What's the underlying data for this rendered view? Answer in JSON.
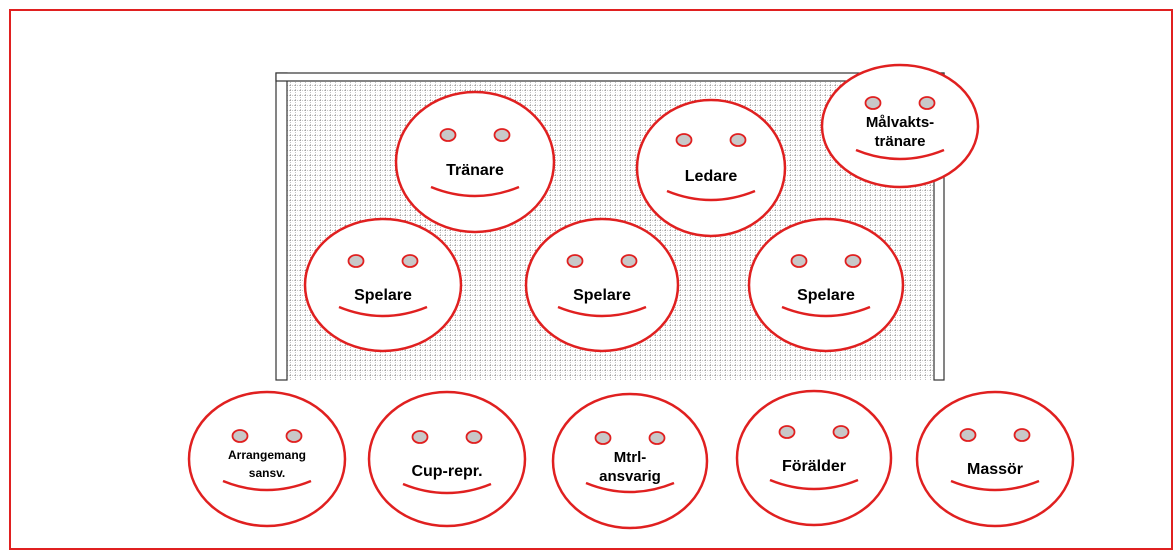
{
  "colors": {
    "border": "#e02020",
    "face_stroke": "#e02020",
    "eye_fill": "#c8c8c8",
    "net": "#555555"
  },
  "faces": [
    {
      "id": "tranare",
      "lines": [
        "Tränare"
      ]
    },
    {
      "id": "ledare",
      "lines": [
        "Ledare"
      ]
    },
    {
      "id": "malvakt",
      "lines": [
        "Målvakts-",
        "tränare"
      ]
    },
    {
      "id": "spelare-1",
      "lines": [
        "Spelare"
      ]
    },
    {
      "id": "spelare-2",
      "lines": [
        "Spelare"
      ]
    },
    {
      "id": "spelare-3",
      "lines": [
        "Spelare"
      ]
    },
    {
      "id": "arrangemang",
      "lines": [
        "Arrangemang",
        "sansv."
      ]
    },
    {
      "id": "cup",
      "lines": [
        "Cup-repr."
      ]
    },
    {
      "id": "mtrl",
      "lines": [
        "Mtrl-",
        "ansvarig"
      ]
    },
    {
      "id": "foralder",
      "lines": [
        "Förälder"
      ]
    },
    {
      "id": "massor",
      "lines": [
        "Massör"
      ]
    }
  ]
}
